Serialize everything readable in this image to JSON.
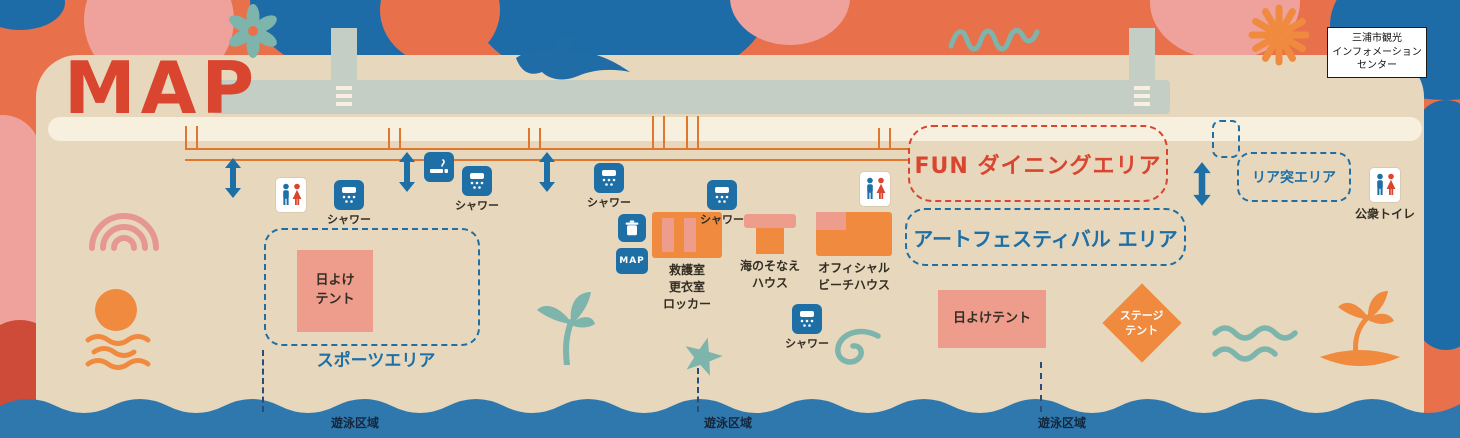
{
  "title": "MAP",
  "info_center": {
    "label": "三浦市観光\nインフォメーション\nセンター"
  },
  "labels": {
    "shower": "シャワー",
    "public_toilet": "公衆トイレ",
    "map_sign": "MAP",
    "swim_zone": "遊泳区域"
  },
  "areas": {
    "sports": {
      "label": "スポーツエリア"
    },
    "fun_dining": {
      "label": "FUN ダイニングエリア"
    },
    "art_festival": {
      "label": "アートフェスティバル エリア"
    },
    "pier": {
      "label": "リア突エリア"
    }
  },
  "facilities": {
    "first_aid": {
      "label": "救護室\n更衣室\nロッカー"
    },
    "sea_house": {
      "label": "海のそなえ\nハウス"
    },
    "beach_house": {
      "label": "オフィシャル\nビーチハウス"
    },
    "sun_tent_sports": {
      "label": "日よけ\nテント"
    },
    "sun_tent_east": {
      "label": "日よけテント"
    },
    "stage_tent": {
      "label": "ステージ\nテント"
    }
  },
  "icons": [
    "toilet-icon",
    "shower-icon",
    "smoking-icon",
    "trash-icon",
    "map-sign-icon",
    "stairs-arrow-icon",
    "bird-icon",
    "flower-icon",
    "sun-icon",
    "rainbow-icon",
    "palm-icon",
    "starfish-icon",
    "wave-icon",
    "island-icon"
  ],
  "colors": {
    "accent_red": "#d9452f",
    "accent_blue": "#1d6fa5",
    "sand": "#e7d8bd",
    "sea": "#2f78ae",
    "orange": "#ef8a3e",
    "pink": "#ee9c8c",
    "teal": "#7db4ac",
    "road": "#c5cec5"
  }
}
